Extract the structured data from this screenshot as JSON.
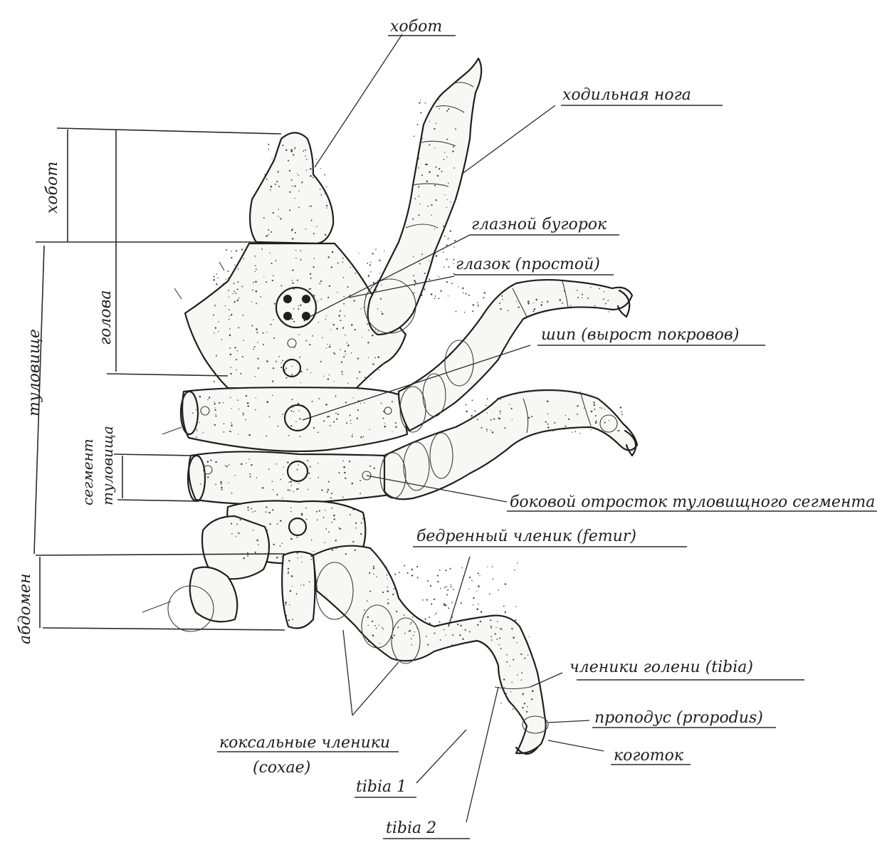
{
  "labels": {
    "proboscis": "хобот",
    "walking_leg": "ходильная нога",
    "ocular_tubercle": "глазной бугорок",
    "ocellus": "глазок (простой)",
    "spine": "шип (вырост покровов)",
    "lateral_process": "боковой отросток туловищного сегмента",
    "femur": "бедренный членик (femur)",
    "tibia_segments": "членики голени (tibia)",
    "propodus": "проподус (propodus)",
    "claw": "коготок",
    "coxal_line1": "коксальные членики",
    "coxal_line2": "(coxae)",
    "tibia1": "tibia 1",
    "tibia2": "tibia 2"
  },
  "dimension_labels": {
    "proboscis": "хобот",
    "head": "голова",
    "trunk": "туловище",
    "segment_line1": "сегмент",
    "segment_line2": "туловища",
    "abdomen": "абдомен"
  },
  "colors": {
    "ink": "#1f1f1f",
    "paper": "#ffffff"
  }
}
